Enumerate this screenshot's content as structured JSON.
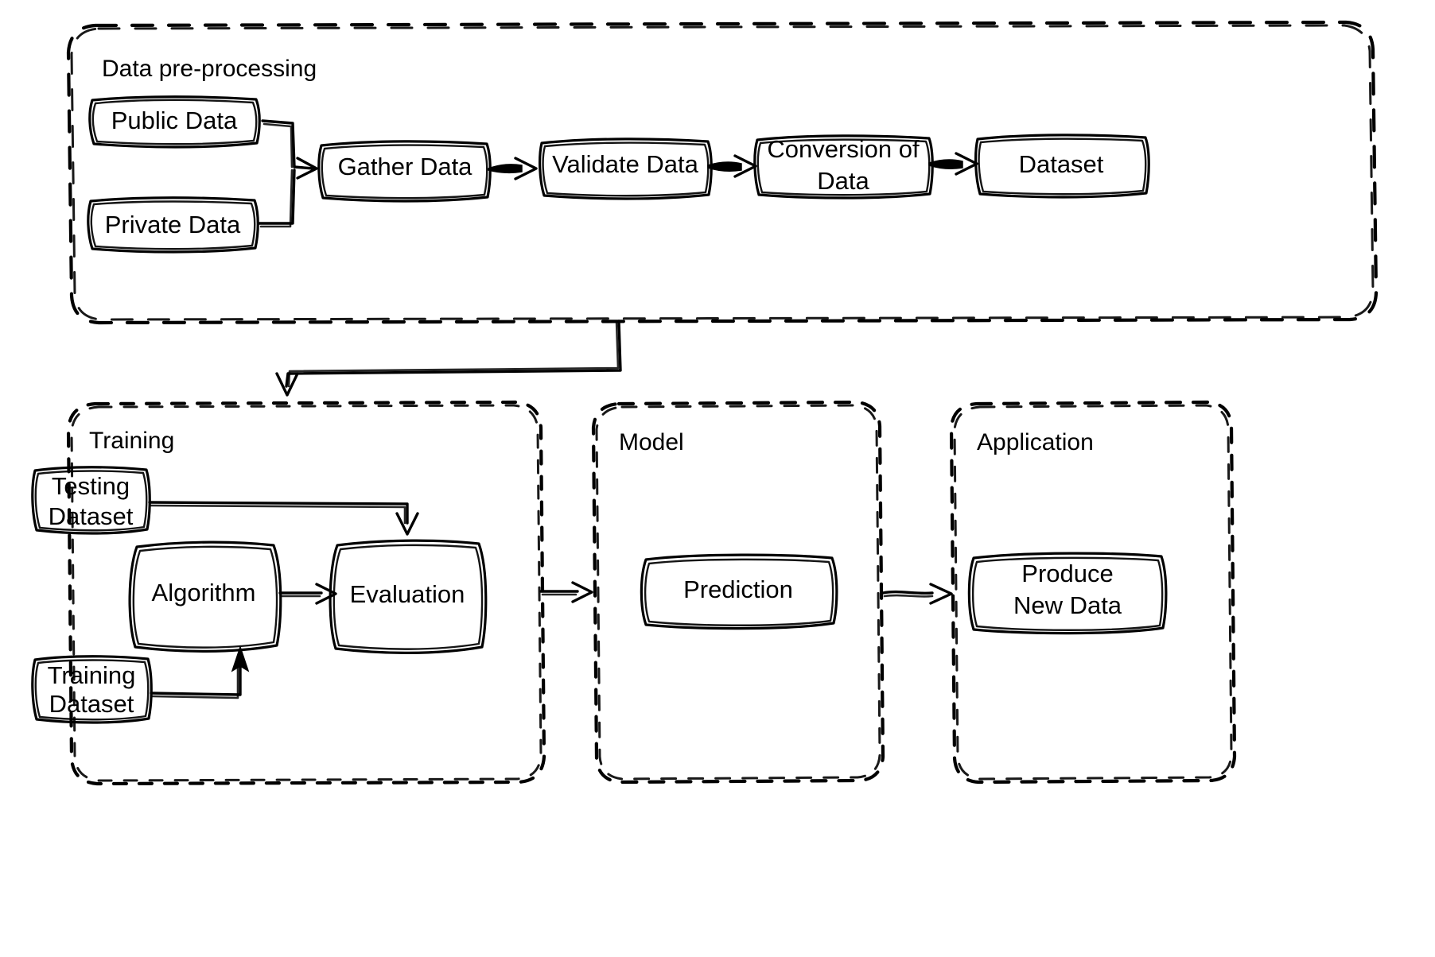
{
  "diagram": {
    "title": "Machine Learning Pipeline Flowchart",
    "style": "hand-drawn sketch",
    "stroke_color": "#000000",
    "background_color": "#ffffff"
  },
  "groups": [
    {
      "id": "data-pre-processing",
      "label": "Data pre-processing"
    },
    {
      "id": "training",
      "label": "Training"
    },
    {
      "id": "model",
      "label": "Model"
    },
    {
      "id": "application",
      "label": "Application"
    }
  ],
  "nodes": [
    {
      "id": "public-data",
      "label": "Public Data"
    },
    {
      "id": "private-data",
      "label": "Private Data"
    },
    {
      "id": "gather-data",
      "label": "Gather Data"
    },
    {
      "id": "validate-data",
      "label": "Validate Data"
    },
    {
      "id": "conversion-of-data",
      "label_line1": "Conversion of",
      "label_line2": "Data"
    },
    {
      "id": "dataset",
      "label": "Dataset"
    },
    {
      "id": "testing-dataset",
      "label_line1": "Testing",
      "label_line2": "Dataset"
    },
    {
      "id": "training-dataset",
      "label_line1": "Training",
      "label_line2": "Dataset"
    },
    {
      "id": "algorithm",
      "label": "Algorithm"
    },
    {
      "id": "evaluation",
      "label": "Evaluation"
    },
    {
      "id": "prediction",
      "label": "Prediction"
    },
    {
      "id": "produce-new-data",
      "label_line1": "Produce",
      "label_line2": "New Data"
    }
  ],
  "edges": [
    {
      "from": "public-data",
      "to": "gather-data"
    },
    {
      "from": "private-data",
      "to": "gather-data"
    },
    {
      "from": "gather-data",
      "to": "validate-data"
    },
    {
      "from": "validate-data",
      "to": "conversion-of-data"
    },
    {
      "from": "conversion-of-data",
      "to": "dataset"
    },
    {
      "from": "data-pre-processing",
      "to": "training"
    },
    {
      "from": "testing-dataset",
      "to": "evaluation"
    },
    {
      "from": "training-dataset",
      "to": "algorithm"
    },
    {
      "from": "algorithm",
      "to": "evaluation"
    },
    {
      "from": "training",
      "to": "model"
    },
    {
      "from": "model",
      "to": "application"
    }
  ]
}
